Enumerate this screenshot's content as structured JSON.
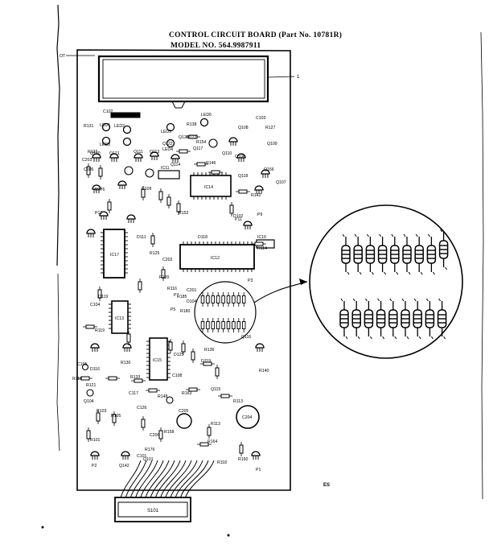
{
  "header": {
    "line1": "CONTROL CIRCUIT BOARD (Part No. 10781R)",
    "line2": "MODEL NO. 564.9987911"
  },
  "callout_number": "1",
  "corner_mark": "ES",
  "connector_label": "S101",
  "leds": [
    "LED1",
    "LED2",
    "LED3",
    "LED4",
    "LED5",
    "LED6"
  ],
  "ics": [
    "IC11",
    "IC12",
    "IC13",
    "IC14",
    "IC15",
    "IC16",
    "IC17"
  ],
  "transistors": [
    "Q101",
    "Q104",
    "Q106",
    "Q107",
    "Q108",
    "Q109",
    "Q110",
    "Q111",
    "Q113",
    "Q114",
    "Q115",
    "Q116",
    "Q117",
    "Q118",
    "Q119",
    "Q120",
    "Q121",
    "Q122",
    "Q123",
    "Q142",
    "Q166"
  ],
  "resistors": [
    "R101",
    "R103",
    "R105",
    "R113",
    "R114",
    "R116",
    "R118",
    "R119",
    "R120",
    "R121",
    "R125",
    "R127",
    "R130",
    "R131",
    "R132",
    "R133",
    "R136",
    "R138",
    "R140",
    "R142",
    "R146",
    "R148",
    "R152",
    "R154",
    "R158",
    "R160",
    "R163",
    "R164",
    "R176",
    "R180",
    "R185"
  ],
  "capacitors": [
    "C101",
    "C102",
    "C103",
    "C104",
    "C105",
    "C106",
    "C108",
    "C109",
    "C117",
    "C126",
    "C201",
    "C202",
    "C203",
    "C204",
    "C205",
    "C206"
  ],
  "diodes": [
    "D102",
    "D104",
    "D111",
    "D116",
    "D118",
    "D119",
    "D122",
    "D125"
  ],
  "misc": [
    "P1",
    "P2",
    "P3",
    "P5",
    "P7",
    "P9",
    "P11",
    "P12",
    "OT"
  ]
}
